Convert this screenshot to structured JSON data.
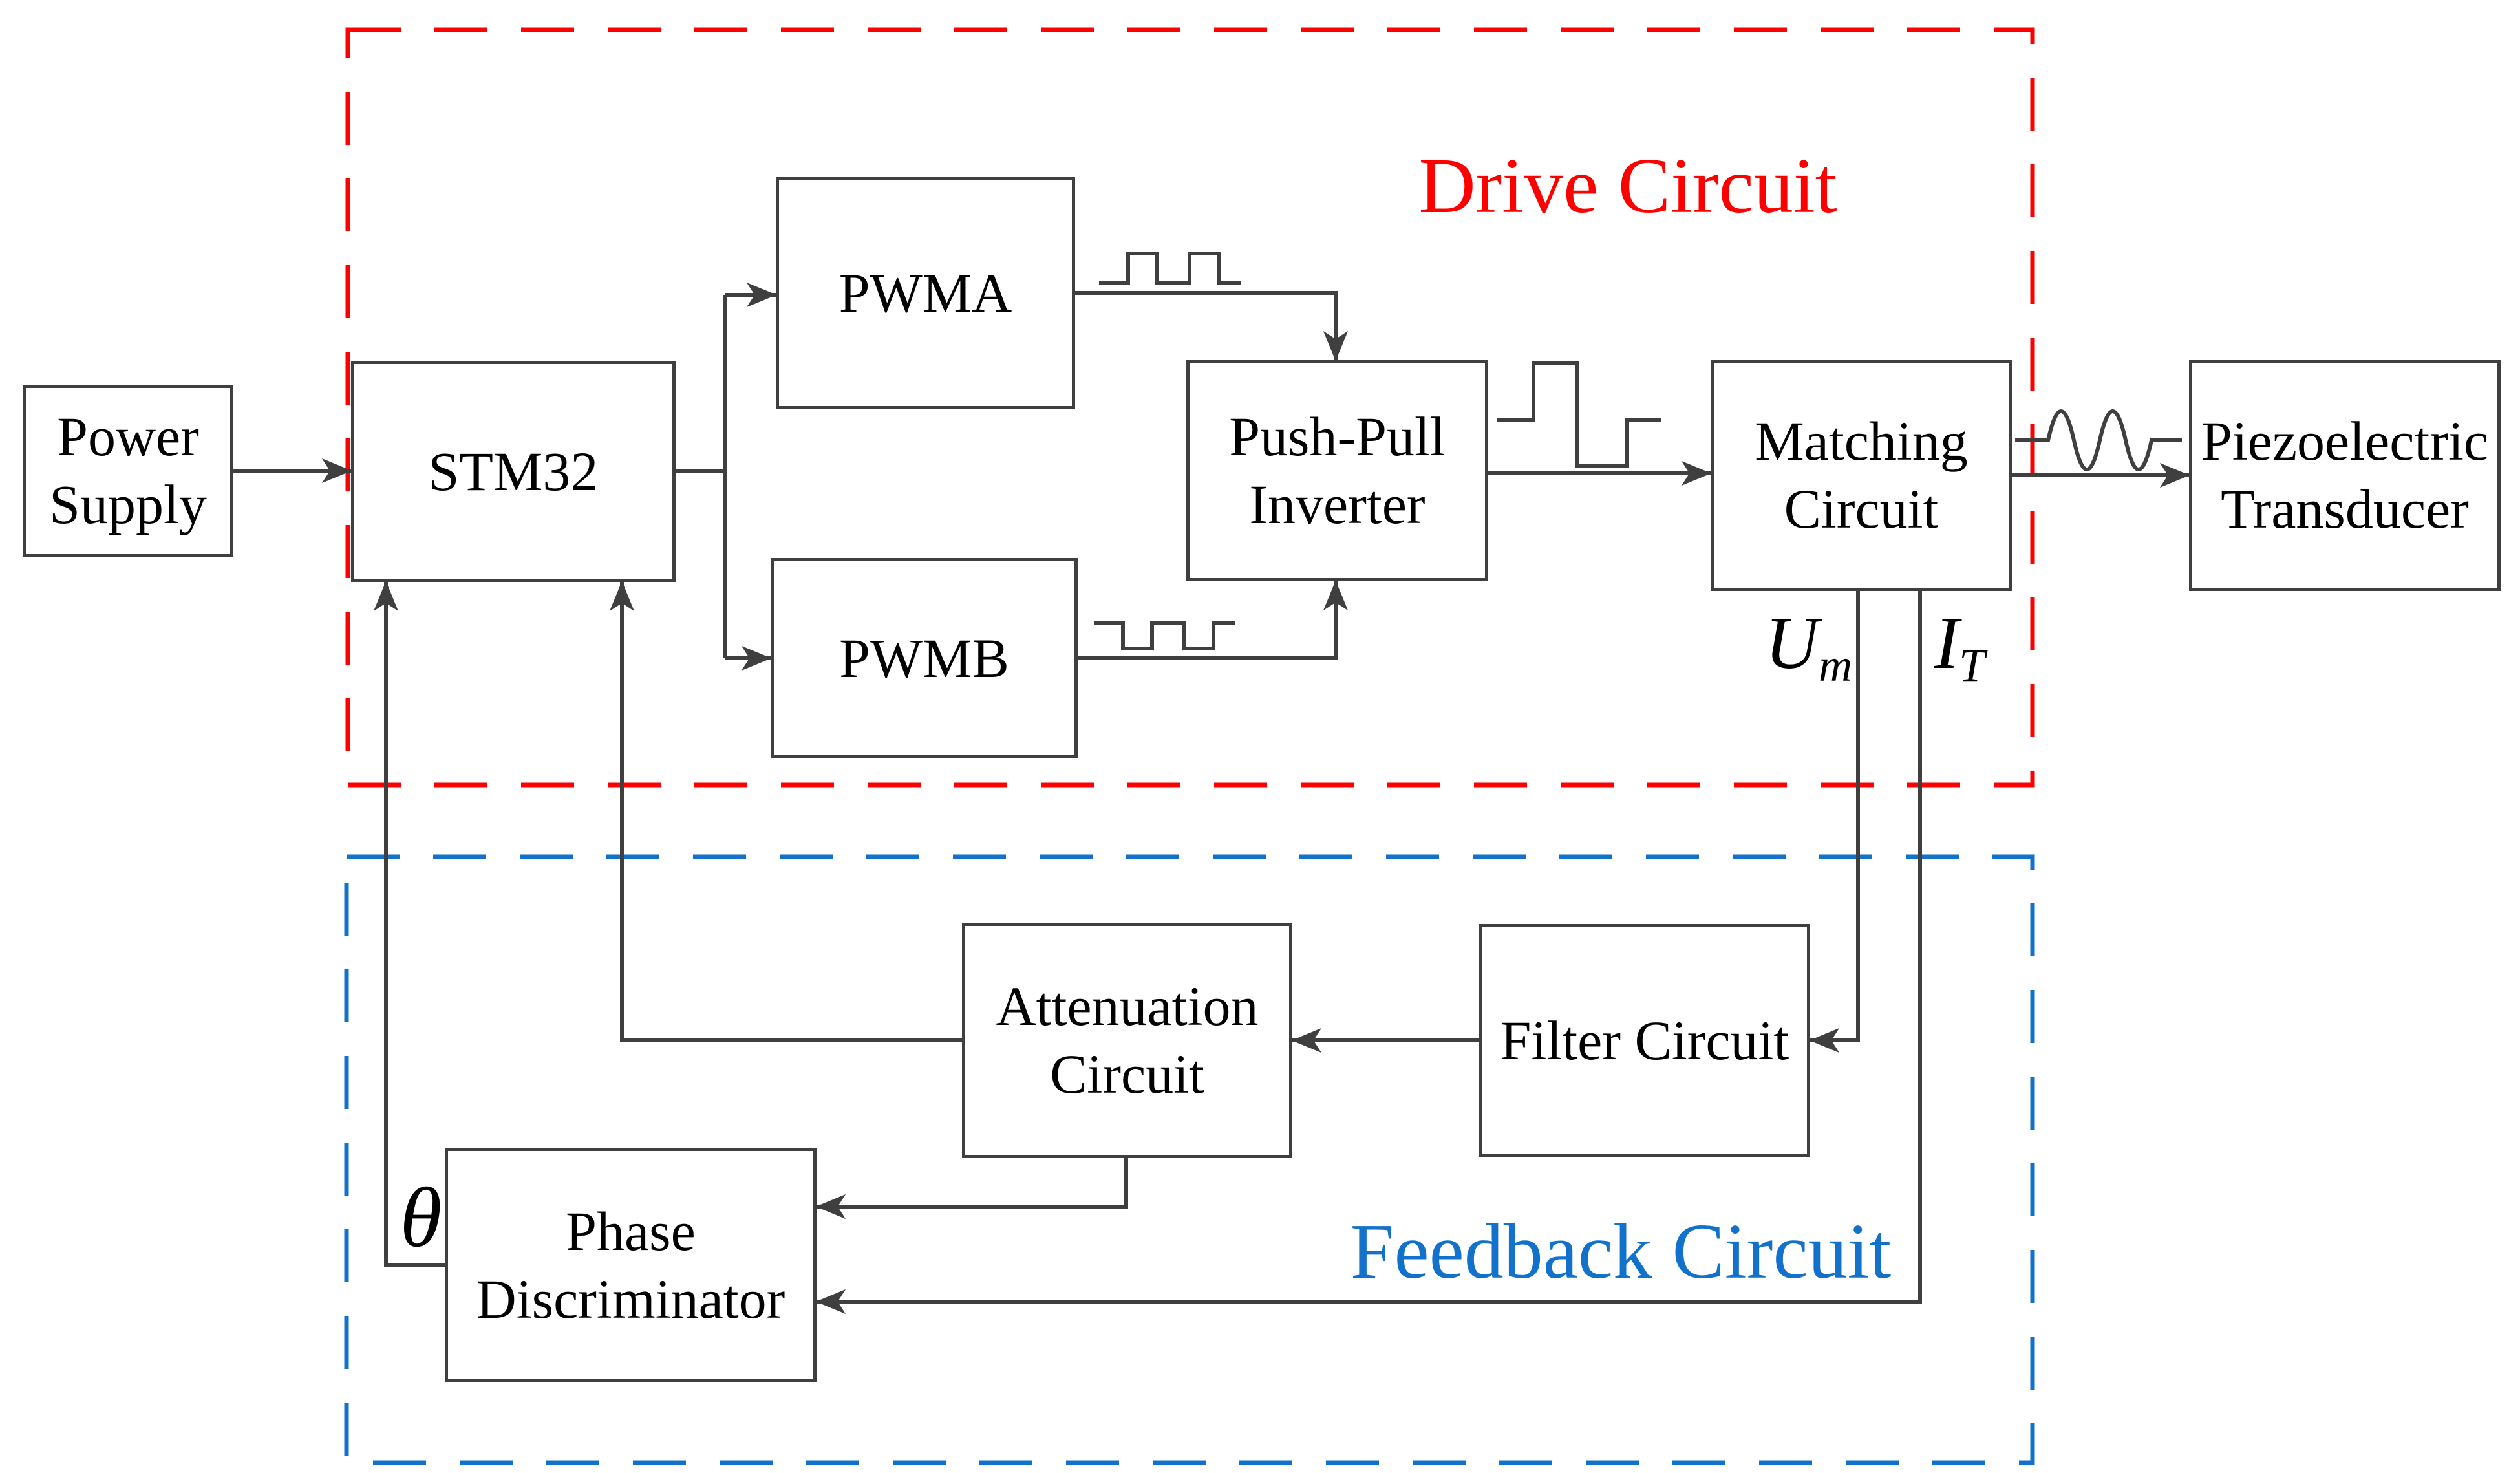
{
  "diagram_title": "Ultrasonic drive and feedback circuit block diagram",
  "sections": {
    "drive": {
      "label": "Drive Circuit",
      "color": "#ff0000"
    },
    "feedback": {
      "label": "Feedback Circuit",
      "color": "#1272cb"
    }
  },
  "boxes": {
    "power_supply": {
      "label": "Power\nSupply"
    },
    "stm32": {
      "label": "STM32"
    },
    "pwma": {
      "label": "PWMA"
    },
    "pwmb": {
      "label": "PWMB"
    },
    "push_pull": {
      "label": "Push-Pull\nInverter"
    },
    "matching": {
      "label": "Matching\nCircuit"
    },
    "piezo": {
      "label": "Piezoelectric\nTransducer"
    },
    "attenuation": {
      "label": "Attenuation\nCircuit"
    },
    "filter": {
      "label": "Filter Circuit"
    },
    "phase": {
      "label": "Phase\nDiscriminator"
    }
  },
  "signals": {
    "um": {
      "main": "U",
      "sub": "m"
    },
    "it": {
      "main": "I",
      "sub": "T"
    },
    "theta": "θ"
  },
  "icons": {
    "pwma_output": "pwm-pulse-waveform-icon",
    "pwmb_output": "inverted-pwm-pulse-waveform-icon",
    "inverter_output": "bipolar-square-waveform-icon",
    "matching_output": "sine-waveform-icon"
  },
  "colors": {
    "line_gray": "#3f3f3f",
    "drive_red": "#ff0000",
    "feedback_blue": "#1272cb",
    "text_black": "#000000",
    "background": "#ffffff"
  }
}
